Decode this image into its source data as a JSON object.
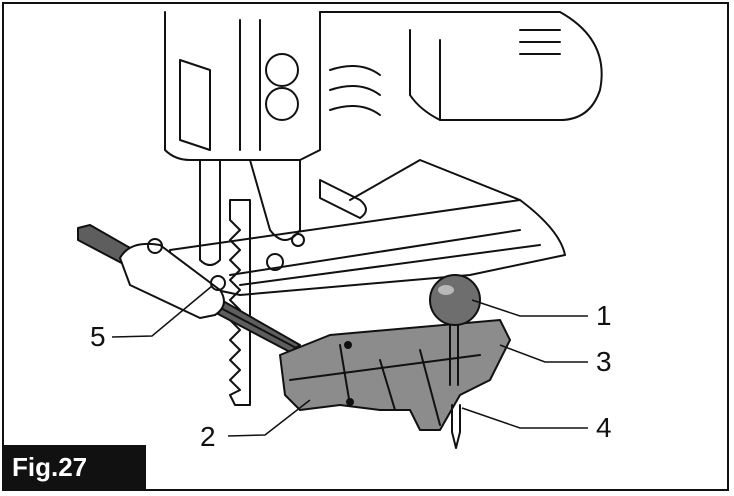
{
  "figure": {
    "label": "Fig.27",
    "callouts": [
      "1",
      "2",
      "3",
      "4",
      "5"
    ]
  },
  "colors": {
    "line": "#111111",
    "gray_part": "#8c8c8c",
    "dark_gray": "#5e5e5e",
    "label_bg": "#111111",
    "label_text": "#ffffff"
  }
}
